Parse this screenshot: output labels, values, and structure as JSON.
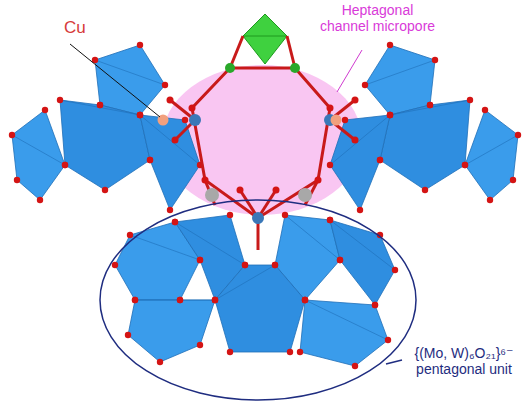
{
  "diagram": {
    "labels": [
      "Cu",
      "Heptagonal channel micropore",
      "{(Mo, W)₆O₂₁}⁶⁻ pentagonal unit"
    ]
  }
}
